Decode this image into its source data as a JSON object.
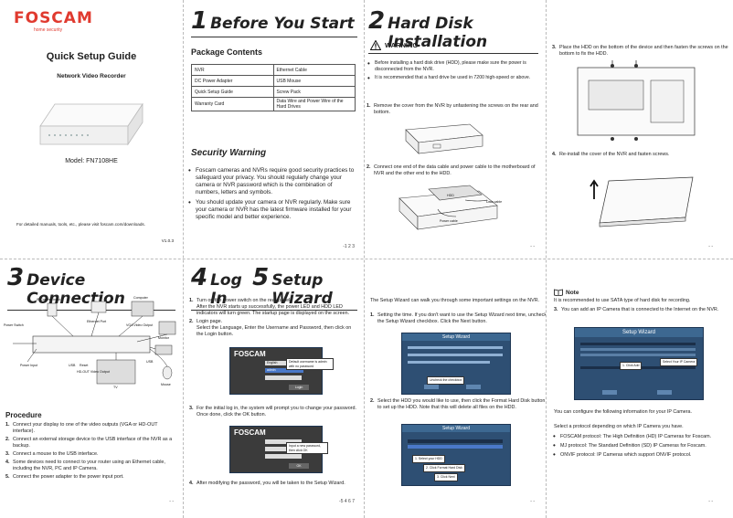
{
  "brand": {
    "logo": "FOSCAM",
    "tagline": "home security"
  },
  "cover": {
    "title": "Quick Setup Guide",
    "subtitle": "Network Video Recorder",
    "model": "Model: FN7108HE",
    "footer": "For detailed manuals, tools, etc., please visit foscam.com/downloads.",
    "version": "V1.0.3"
  },
  "before": {
    "num": "1",
    "heading": "Before You Start",
    "pkg_title": "Package Contents",
    "pkg_rows": [
      [
        "NVR",
        "Ethernet Cable"
      ],
      [
        "DC Power Adapter",
        "USB Mouse"
      ],
      [
        "Quick Setup Guide",
        "Screw Pack"
      ],
      [
        "Warranty Card",
        "Data Wire and Power Wire of the Hard Drives"
      ]
    ],
    "sec_title": "Security Warning",
    "sec_bullets": [
      "Foscam cameras and NVRs require good security practices to safeguard your privacy. You should regularly change your camera or NVR password which is the combination of numbers, letters and symbols.",
      "You should update your camera or NVR regularly. Make sure your camera or NVR has the latest firmware installed for your specific model and better experience."
    ],
    "page": "-1 2 3"
  },
  "hdd": {
    "num": "2",
    "heading": "Hard Disk Installation",
    "warn_title": "WARNING",
    "warn_bullets": [
      "Before installing a hard disk drive (HDD), please make sure the power is disconnected from the NVR.",
      "It is recommended that a hard drive be used in 7200 high-speed or above."
    ],
    "step1": "Remove the cover from the NVR by unfastening the screws on the rear and bottom.",
    "step2": "Connect one end of the data cable and power cable to the motherboard of NVR and the other end to the HDD.",
    "lbl_hdd": "HDD",
    "lbl_data": "Data cable",
    "lbl_power": "Power cable",
    "step3": "Place the HDD on the bottom of the device and then fasten the screws on the bottom to fix the HDD.",
    "step4": "Re-install the cover of the NVR and fasten screws.",
    "page": "- -"
  },
  "device": {
    "num": "3",
    "heading": "Device Connection",
    "labels": {
      "ipcam": "IP Camera Input",
      "router": "Router",
      "computer": "Computer",
      "switch": "Power Switch",
      "eth": "Ethernet Port",
      "vga": "VGA Video Output",
      "monitor": "Monitor",
      "power": "Power Input",
      "usb": "USB",
      "reset": "Reset",
      "usb2": "USB",
      "hdout": "HD-OUT Video Output",
      "mouse": "Mouse",
      "tv": "TV"
    },
    "proc_title": "Procedure",
    "steps": [
      "Connect your display to one of the video outputs (VGA or HD-OUT interface).",
      "Connect an external storage device to the USB interface of the NVR as a backup.",
      "Connect a mouse to the USB interface.",
      "Some devices need to connect to your router using an Ethernet cable, including the NVR, PC and IP Camera.",
      "Connect the power adapter to the power input port."
    ],
    "page": "- -"
  },
  "login": {
    "num1": "4",
    "heading1": "Log In",
    "num2": "5",
    "heading2": "Setup Wizard",
    "s1": "Turn on the power switch on the rear panel.",
    "s1b": "After the NVR starts up successfully, the power LED and HDD LED indicators will turn green. The startup page is displayed on the screen.",
    "s2": "Login page.",
    "s2b": "Select the Language, Enter the Username and Password, then click on the Login button.",
    "callout1": "Default username is admin with no password",
    "s3": "For the initial log in, the system will prompt you to change your password. Once done, click the OK button.",
    "callout2": "Input a new password, then click OK",
    "s4": "After modifying the password, you will be taken to the Setup Wizard.",
    "shot_brand": "FOSCAM",
    "shot_lang": "English",
    "shot_user": "admin",
    "shot_login": "Login",
    "shot_ok": "OK",
    "page": "-5 4 6 7"
  },
  "wizard": {
    "intro": "The Setup Wizard can walk you through some important settings on the NVR.",
    "s1": "Setting the time. If you don't want to use the Setup Wizard next time, uncheck the Setup Wizard checkbox. Click the Next button.",
    "s1_title": "Setup Wizard",
    "s1_callout": "Uncheck the checkbox",
    "s2": "Select the HDD you would like to use, then click the Format Hard Disk button to set up the HDD. Note that this will delete all files on the HDD.",
    "s2_title": "Setup Wizard",
    "s2_c1": "1. Select your HDD",
    "s2_c2": "2. Click Format Hard Disk",
    "s2_c3": "3. Click Next",
    "page": "- -"
  },
  "note": {
    "title": "Note",
    "text": "It is recommended to use SATA type of hard disk for recording.",
    "s3": "You can add an IP Camera that is connected to the Internet on the NVR.",
    "shot_title": "Setup Wizard",
    "c1": "1. Click Add",
    "c2": "Select Your IP Camera",
    "after": "You can configure the following information for your IP Camera.",
    "proto_intro": "Select a protocol depending on which IP Camera you have.",
    "protocols": [
      "FOSCAM protocol: The High Definition (HD) IP Cameras for Foscam.",
      "MJ protocol: The Standard Definition (SD) IP Cameras for Foscam.",
      "ONVIF protocol: IP Cameras which support ONVIF protocol."
    ],
    "page": "- -"
  },
  "colors": {
    "brand": "#e03a2f",
    "panel": "#2e4f73"
  }
}
